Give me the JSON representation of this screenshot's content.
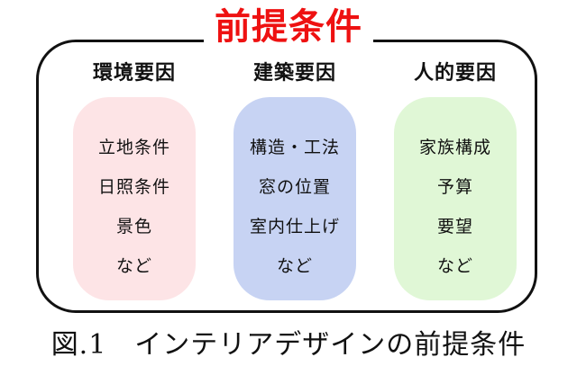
{
  "diagram": {
    "title": "前提条件",
    "columns": [
      {
        "heading": "環境要因",
        "color": "#fde4e6",
        "items": [
          "立地条件",
          "日照条件",
          "景色",
          "など"
        ]
      },
      {
        "heading": "建築要因",
        "color": "#c7d3f3",
        "items": [
          "構造・工法",
          "窓の位置",
          "室内仕上げ",
          "など"
        ]
      },
      {
        "heading": "人的要因",
        "color": "#e0f7d6",
        "items": [
          "家族構成",
          "予算",
          "要望",
          "など"
        ]
      }
    ],
    "title_color": "#ee1111"
  },
  "caption": "図.1　インテリアデザインの前提条件"
}
